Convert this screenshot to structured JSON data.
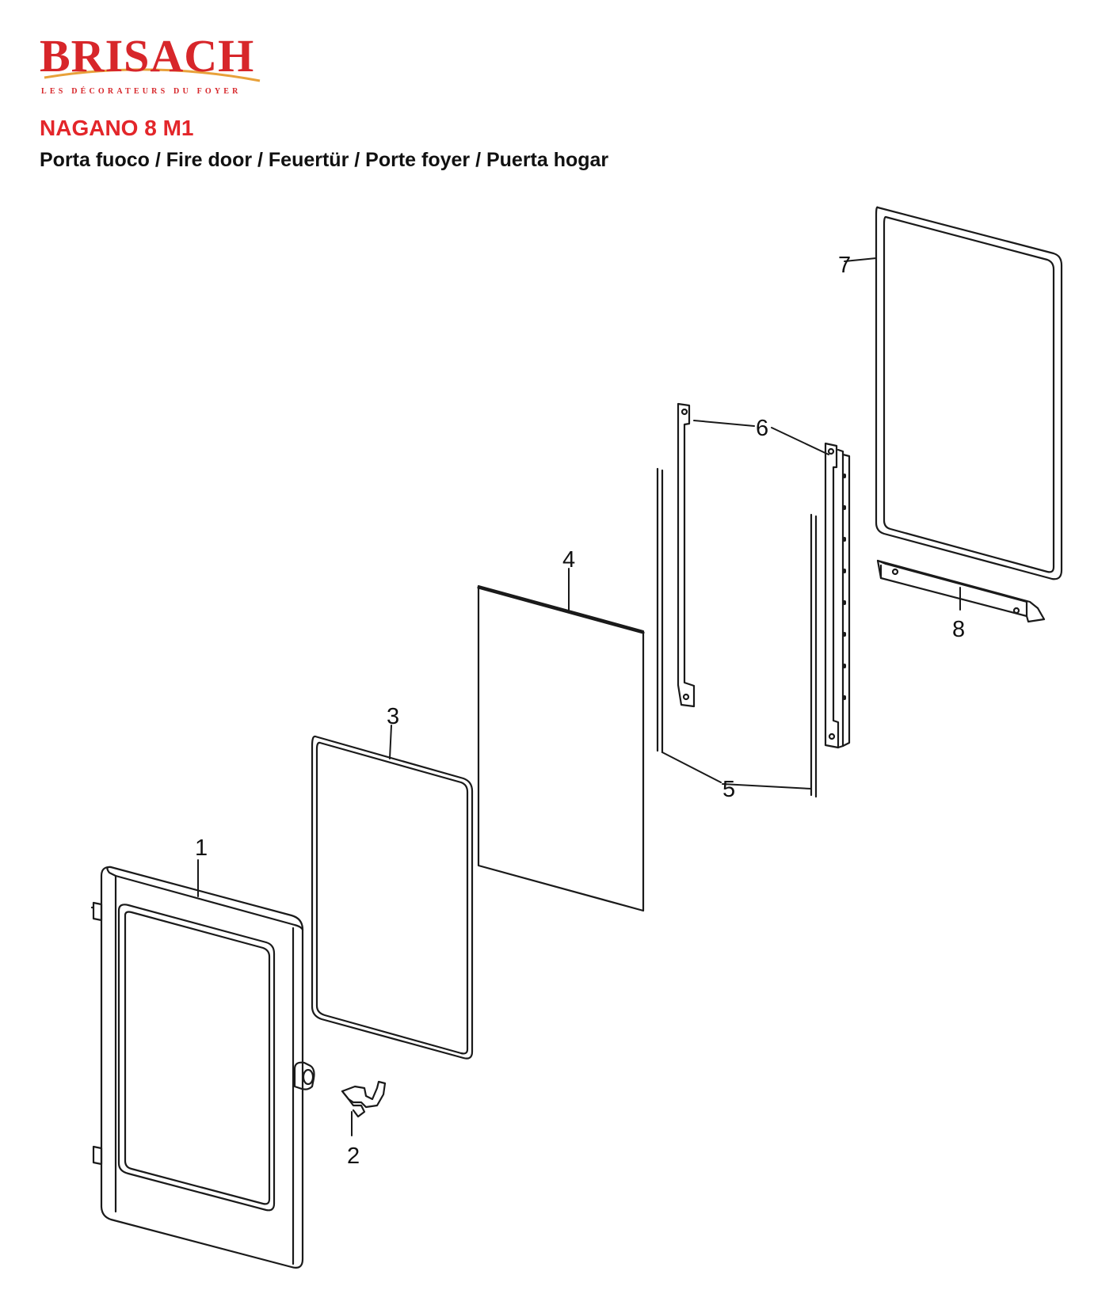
{
  "header": {
    "brand_name": "BRISACH",
    "brand_tagline": "LES DÉCORATEURS DU FOYER",
    "model": "NAGANO 8 M1",
    "subtitle": "Porta fuoco / Fire door / Feuertür / Porte foyer / Puerta hogar"
  },
  "colors": {
    "brand_red": "#d7262a",
    "text": "#111111",
    "line": "#1a1a1a"
  },
  "parts": [
    {
      "number": "1"
    },
    {
      "number": "2"
    },
    {
      "number": "3"
    },
    {
      "number": "4"
    },
    {
      "number": "5"
    },
    {
      "number": "6"
    },
    {
      "number": "7"
    },
    {
      "number": "8"
    }
  ]
}
